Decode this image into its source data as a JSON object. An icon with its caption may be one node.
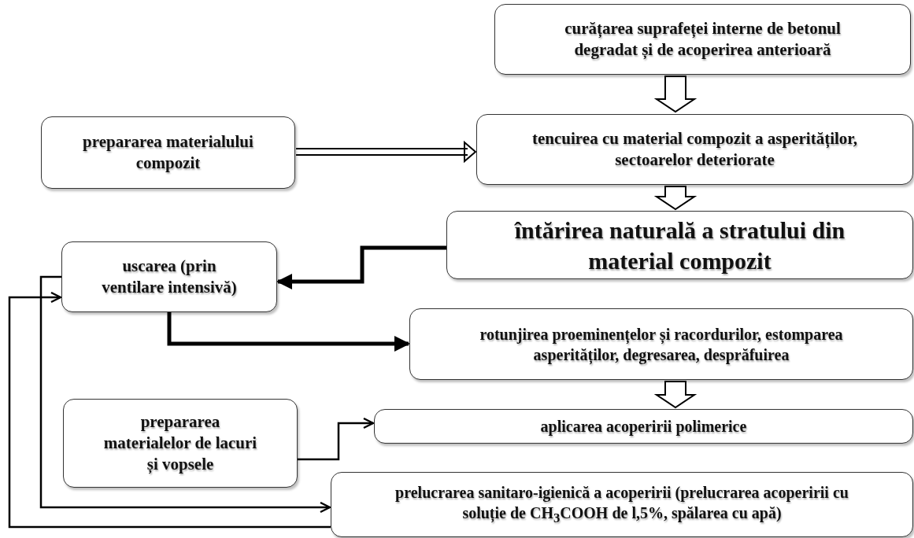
{
  "diagram": {
    "nodes": [
      {
        "text": [
          "curățarea suprafeței interne de betonul degradat și de acoperirea anterioară"
        ]
      },
      {
        "text": [
          "prepararea materialului compozit"
        ]
      },
      {
        "text": [
          "tencuirea cu material compozit a asperităților, sectoarelor deteriorate"
        ]
      },
      {
        "text": [
          "întărirea naturală a stratului din material compozit"
        ]
      },
      {
        "text": [
          "uscarea (prin ventilare intensivă)"
        ]
      },
      {
        "text": [
          "rotunjirea proeminențelor și racordurilor, estomparea asperităților, degresarea, desprăfuirea"
        ]
      },
      {
        "text": [
          "prepararea materialelor de lacuri și vopsele"
        ]
      },
      {
        "text": [
          "aplicarea acoperirii polimerice"
        ]
      },
      {
        "text": [
          "prelucrarea sanitaro-igienică a acoperirii (prelucrarea acoperirii cu soluție de CH$_{3}$COOH de l,5%, spălarea cu apă)"
        ]
      }
    ],
    "edges": [
      {
        "from": 0,
        "to": 2,
        "arrow": "to"
      },
      {
        "from": 1,
        "to": 2,
        "arrow": "to"
      },
      {
        "from": 2,
        "to": 3,
        "arrow": "to"
      },
      {
        "from": 3,
        "to": 4,
        "arrow": "to",
        "style": "thick"
      },
      {
        "from": 4,
        "to": 5,
        "arrow": "to",
        "style": "thick"
      },
      {
        "from": 5,
        "to": 7,
        "arrow": "to"
      },
      {
        "from": 6,
        "to": 7,
        "arrow": "to"
      },
      {
        "from": 4,
        "to": 8,
        "arrow": "to"
      },
      {
        "from": 8,
        "to": 4,
        "arrow": "to"
      }
    ]
  }
}
